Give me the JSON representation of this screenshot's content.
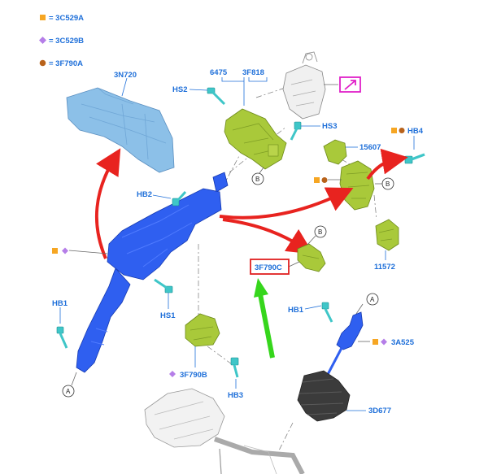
{
  "legend": {
    "items": [
      {
        "symbol": "square",
        "color": "#f6a623",
        "text": "= 3C529A"
      },
      {
        "symbol": "diamond",
        "color": "#b57ee8",
        "text": "= 3C529B"
      },
      {
        "symbol": "circle",
        "color": "#b8621b",
        "text": "= 3F790A"
      }
    ]
  },
  "labels": {
    "l3n720": "3N720",
    "l6475": "6475",
    "l3f818": "3F818",
    "hs2": "HS2",
    "hs3": "HS3",
    "hb4": "HB4",
    "l15607": "15607",
    "hb2": "HB2",
    "l11572": "11572",
    "l3f790c": "3F790C",
    "hb1_left": "HB1",
    "hs1": "HS1",
    "hb1_right": "HB1",
    "l3a525": "3A525",
    "l3f790b": "3F790B",
    "hb3": "HB3",
    "l3d677": "3D677"
  },
  "callouts": {
    "a": "A",
    "b": "B"
  },
  "colors": {
    "label_blue": "#1e6fd9",
    "column_blue": "#2f5ff0",
    "shield_blue": "#8cc0e8",
    "part_green": "#a9c93a",
    "bolt_cyan": "#3fc6c8",
    "arrow_red": "#e8231f",
    "arrow_green": "#36d61c",
    "highlight_red": "#e02020",
    "highlight_magenta": "#e020c8"
  },
  "icons": {
    "magenta_box": "arrow-up-right-icon"
  }
}
